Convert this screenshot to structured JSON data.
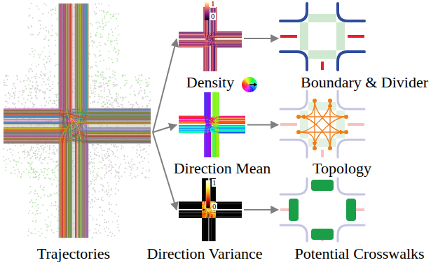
{
  "diagram": {
    "nodes": [
      {
        "text": [
          "Trajectories"
        ]
      },
      {
        "text": [
          "Density"
        ]
      },
      {
        "text": [
          "Direction Mean"
        ]
      },
      {
        "text": [
          "Direction Variance"
        ]
      },
      {
        "text": [
          "Boundary & Divider"
        ]
      },
      {
        "text": [
          "Topology"
        ]
      },
      {
        "text": [
          "Potential Crosswalks"
        ]
      }
    ],
    "edges": [
      {
        "from": 0,
        "to": 1,
        "arrow": "to"
      },
      {
        "from": 0,
        "to": 2,
        "arrow": "to"
      },
      {
        "from": 0,
        "to": 3,
        "arrow": "to"
      },
      {
        "from": 1,
        "to": 4,
        "arrow": "to"
      },
      {
        "from": 2,
        "to": 5,
        "arrow": "to"
      },
      {
        "from": 3,
        "to": 6,
        "arrow": "to"
      }
    ],
    "labels": [
      "1",
      "0",
      "1",
      "0"
    ]
  }
}
